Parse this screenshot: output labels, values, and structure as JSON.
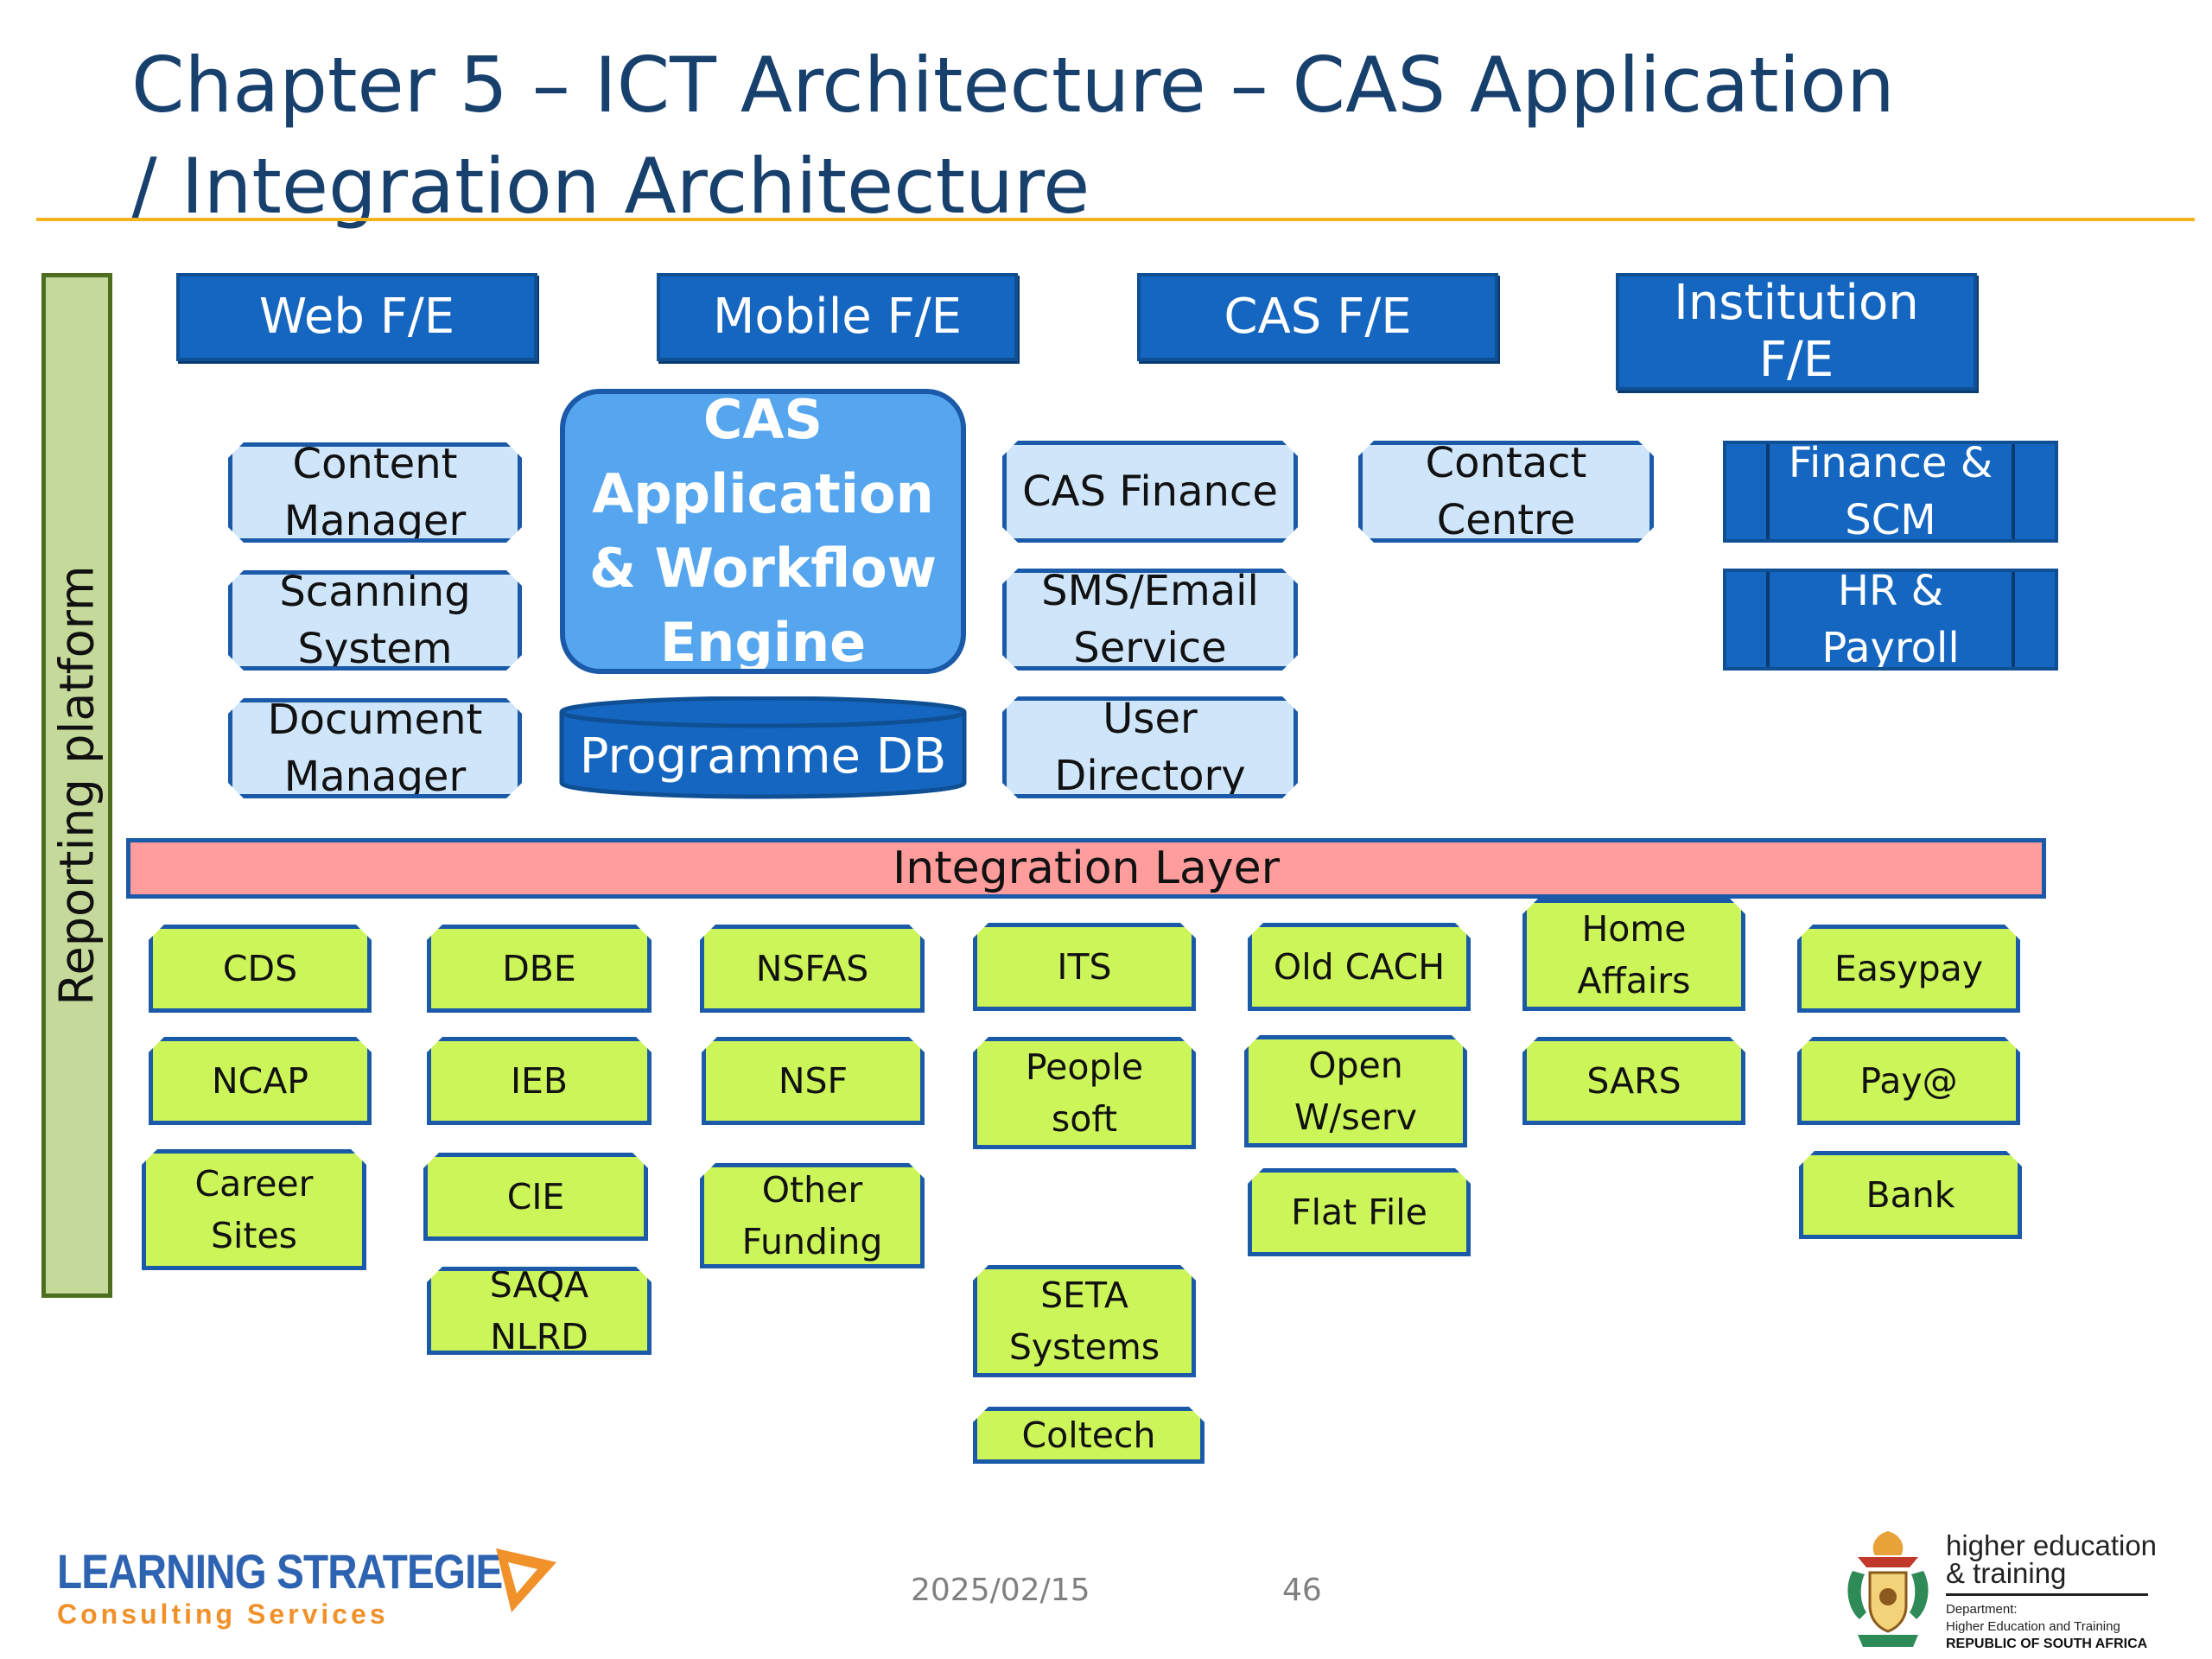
{
  "title": {
    "line1": "Chapter 5 – ICT Architecture – CAS Application",
    "line2": "/ Integration Architecture"
  },
  "reporting_platform": "Reporting platform",
  "front_ends": [
    "Web F/E",
    "Mobile F/E",
    "CAS F/E",
    "Institution F/E"
  ],
  "core": {
    "engine": "CAS Application & Workflow Engine",
    "database": "Programme DB"
  },
  "left_services": [
    "Content Manager",
    "Scanning System",
    "Document Manager"
  ],
  "middle_services": [
    "CAS Finance",
    "SMS/Email Service",
    "User Directory"
  ],
  "contact_centre": "Contact Centre",
  "erp_systems": [
    "Finance & SCM",
    "HR & Payroll"
  ],
  "integration_layer": "Integration Layer",
  "external_systems": {
    "col1": [
      "CDS",
      "NCAP",
      "Career Sites"
    ],
    "col2": [
      "DBE",
      "IEB",
      "CIE",
      "SAQA NLRD"
    ],
    "col3": [
      "NSFAS",
      "NSF",
      "Other Funding"
    ],
    "col4": [
      "ITS",
      "People soft",
      "SETA Systems",
      "Coltech"
    ],
    "col5": [
      "Old CACH",
      "Open W/serv",
      "Flat File"
    ],
    "col6": [
      "Home Affairs",
      "SARS"
    ],
    "col7": [
      "Easypay",
      "Pay@",
      "Bank"
    ]
  },
  "footer": {
    "date": "2025/02/15",
    "page_number": "46",
    "left_logo": {
      "name": "LEARNING STRATEGIES",
      "subtitle": "Consulting Services"
    },
    "right_logo": {
      "line1": "higher education",
      "line2": "& training",
      "department": "Department:",
      "department_name": "Higher Education and Training",
      "country": "REPUBLIC OF SOUTH AFRICA"
    }
  },
  "colors": {
    "front_end_blue": "#1566c0",
    "service_light_blue": "#cfe5fa",
    "engine_blue": "#56a6ef",
    "integration_pink": "#ff9d9d",
    "external_green": "#ccf55a",
    "reporting_green": "#c4d99a",
    "title_navy": "#17406d",
    "rule_gold": "#f2b31d"
  }
}
